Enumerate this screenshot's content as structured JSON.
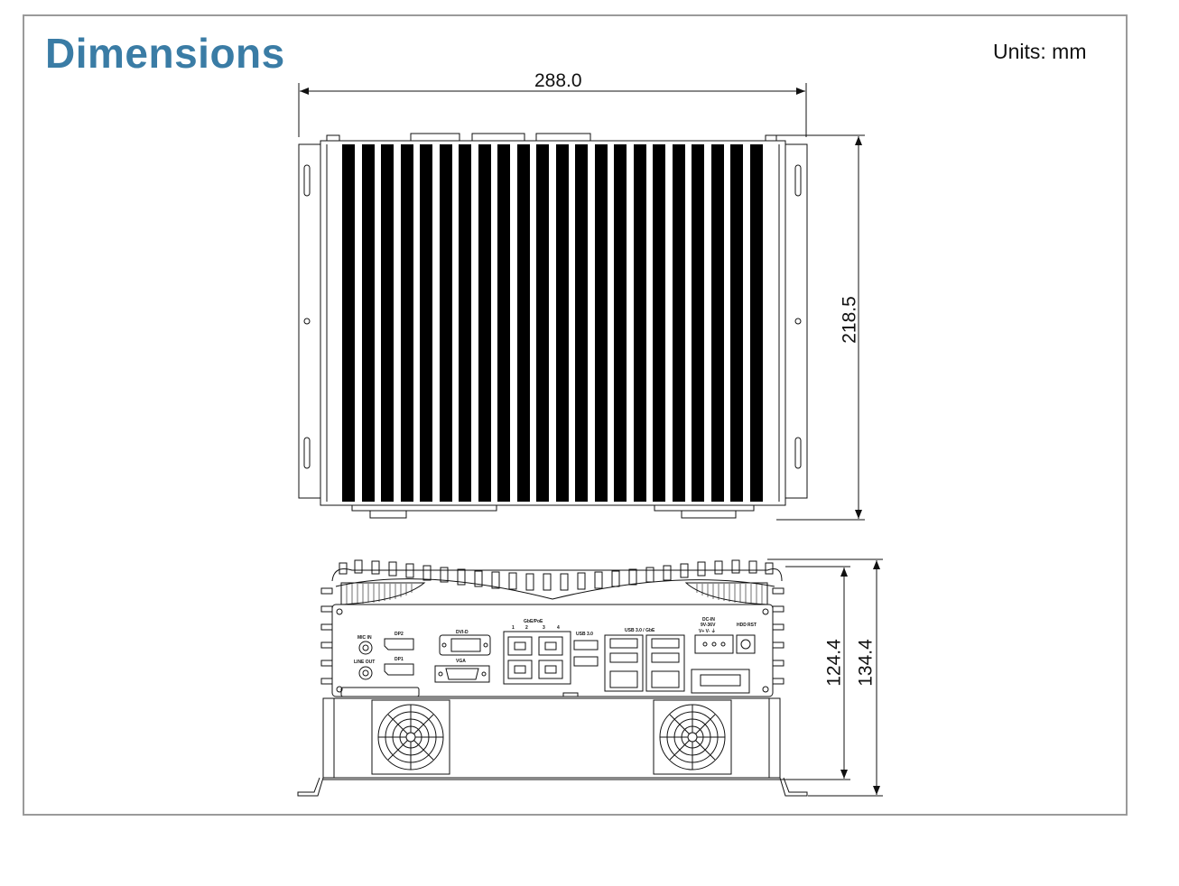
{
  "header": {
    "title": "Dimensions",
    "units": "Units: mm"
  },
  "dimensions": {
    "top_width": "288.0",
    "top_depth": "218.5",
    "front_height_body": "124.4",
    "front_height_total": "134.4"
  },
  "front_panel_labels": {
    "mic_in": "MIC IN",
    "line_out": "LINE OUT",
    "dp2": "DP2",
    "dp1": "DP1",
    "dvi": "DVI-D",
    "vga": "VGA",
    "gbe_poe": "GbE/PoE",
    "lan_1": "1",
    "lan_2": "2",
    "lan_3": "3",
    "lan_4": "4",
    "usb30": "USB 3.0",
    "usb30_gbe": "USB 3.0 / GbE",
    "dc_in": "DC-IN",
    "dc_range": "9V-36V",
    "dc_pins": "V+ V- ⏚",
    "hdd": "HDD",
    "rst": "RST"
  },
  "colors": {
    "title": "#3a7ca5",
    "frame": "#9a9a9a",
    "line": "#111111"
  }
}
